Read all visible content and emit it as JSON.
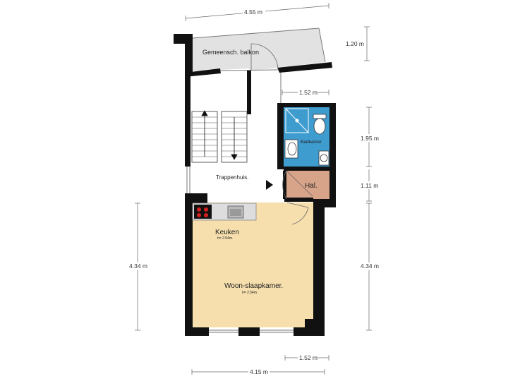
{
  "rooms": {
    "balcony": "Gemeensch. balkon",
    "stairwell": "Trappenhuis.",
    "bathroom": "Badkamer",
    "hall": "Hal.",
    "kitchen": "Keuken",
    "kitchen_height": "h= 2.54m.",
    "living": "Woon-slaapkamer.",
    "living_height": "h= 2.54m."
  },
  "dimensions": {
    "top_width": "4.55 m",
    "balcony_depth": "1.20 m",
    "bath_width_top": "1.52 m",
    "bath_height": "1.95 m",
    "hall_height": "1.11 m",
    "living_height_left": "4.34 m",
    "living_height_right": "4.34 m",
    "hall_width_bottom": "1.52 m",
    "bottom_width": "4.15 m"
  },
  "colors": {
    "wall": "#111111",
    "balcony_floor": "#e2e2e2",
    "bathroom_floor": "#3e9ccf",
    "hall_floor": "#d7a48a",
    "living_floor": "#f6dfad"
  }
}
